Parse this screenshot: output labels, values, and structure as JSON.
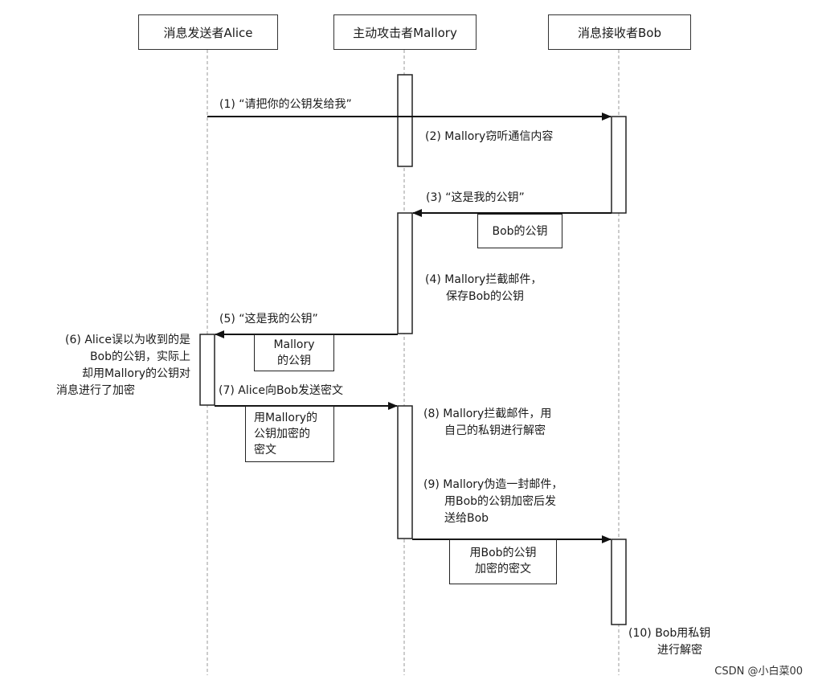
{
  "actors": {
    "alice": "消息发送者Alice",
    "mallory": "主动攻击者Mallory",
    "bob": "消息接收者Bob"
  },
  "messages": {
    "m1": "(1) “请把你的公钥发给我”",
    "m2": "(2) Mallory窃听通信内容",
    "m3": "(3) “这是我的公钥”",
    "m4": [
      "(4) Mallory拦截邮件，",
      "保存Bob的公钥"
    ],
    "m5": "(5) “这是我的公钥”",
    "m6": [
      "(6) Alice误以为收到的是",
      "Bob的公钥，实际上",
      "却用Mallory的公钥对",
      "消息进行了加密"
    ],
    "m7": "(7) Alice向Bob发送密文",
    "m8": [
      "(8) Mallory拦截邮件，用",
      "自己的私钥进行解密"
    ],
    "m9": [
      "(9) Mallory伪造一封邮件，",
      "用Bob的公钥加密后发",
      "送给Bob"
    ],
    "m10": [
      "(10) Bob用私钥",
      "进行解密"
    ]
  },
  "notes": {
    "n1": [
      "Bob的公钥"
    ],
    "n2": [
      "Mallory",
      "的公钥"
    ],
    "n3": [
      "用Mallory的",
      "公钥加密的",
      "密文"
    ],
    "n4": [
      "用Bob的公钥",
      "加密的密文"
    ]
  },
  "watermark": "CSDN @小白菜00"
}
